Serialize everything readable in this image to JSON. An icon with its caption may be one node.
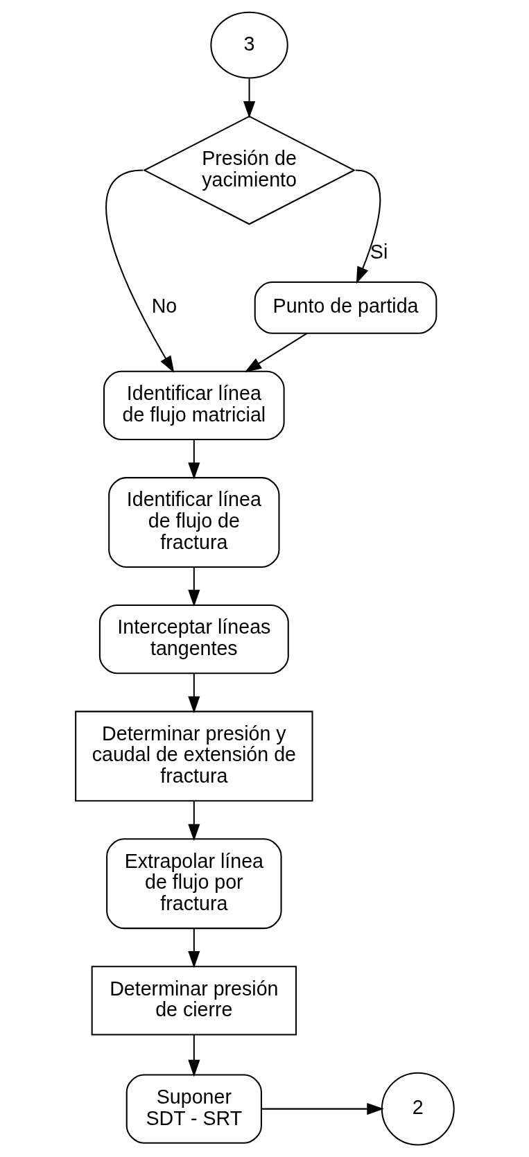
{
  "diagram": {
    "nodes": [
      {
        "text": [
          "3"
        ]
      },
      {
        "text": [
          "Presión de yacimiento"
        ]
      },
      {
        "text": [
          "Punto de partida"
        ]
      },
      {
        "text": [
          "Identificar línea de flujo matricial"
        ]
      },
      {
        "text": [
          "Identificar línea de flujo de fractura"
        ]
      },
      {
        "text": [
          "Interceptar líneas tangentes"
        ]
      },
      {
        "text": [
          "Determinar presión y caudal de extensión de fractura"
        ]
      },
      {
        "text": [
          "Extrapolar línea de flujo por fractura"
        ]
      },
      {
        "text": [
          "Determinar presión de cierre"
        ]
      },
      {
        "text": [
          "Suponer SDT - SRT"
        ]
      },
      {
        "text": [
          "2"
        ]
      }
    ],
    "edges": [
      {
        "from": 0,
        "to": 1,
        "arrow": "to"
      },
      {
        "from": 1,
        "to": 2,
        "arrow": "to",
        "label": "Si"
      },
      {
        "from": 1,
        "to": 3,
        "arrow": "to",
        "label": "No"
      },
      {
        "from": 2,
        "to": 3,
        "arrow": "to"
      },
      {
        "from": 3,
        "to": 4,
        "arrow": "to"
      },
      {
        "from": 4,
        "to": 5,
        "arrow": "to"
      },
      {
        "from": 5,
        "to": 6,
        "arrow": "to"
      },
      {
        "from": 6,
        "to": 7,
        "arrow": "to"
      },
      {
        "from": 7,
        "to": 8,
        "arrow": "to"
      },
      {
        "from": 8,
        "to": 9,
        "arrow": "to"
      },
      {
        "from": 9,
        "to": 10,
        "arrow": "to"
      }
    ]
  }
}
